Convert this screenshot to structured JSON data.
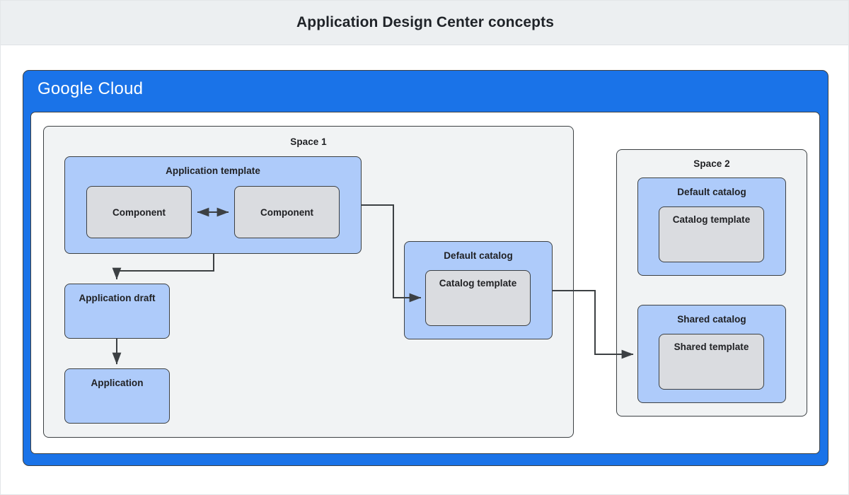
{
  "header": {
    "title": "Application Design Center concepts"
  },
  "cloud": {
    "logo_primary": "Google",
    "logo_secondary": "Cloud"
  },
  "space1": {
    "label": "Space 1",
    "application_template": {
      "label": "Application template",
      "components": [
        {
          "label": "Component"
        },
        {
          "label": "Component"
        }
      ]
    },
    "application_draft": {
      "label": "Application draft"
    },
    "application": {
      "label": "Application"
    },
    "default_catalog": {
      "label": "Default catalog",
      "catalog_template": {
        "label": "Catalog template"
      }
    }
  },
  "space2": {
    "label": "Space 2",
    "default_catalog": {
      "label": "Default catalog",
      "catalog_template": {
        "label": "Catalog template"
      }
    },
    "shared_catalog": {
      "label": "Shared catalog",
      "shared_template": {
        "label": "Shared template"
      }
    }
  },
  "colors": {
    "header_bg": "#eceff1",
    "cloud_blue": "#1a73e8",
    "box_blue": "#aecbfa",
    "box_gray": "#dadce0",
    "space_bg": "#f1f3f4",
    "stroke": "#3c4043",
    "text": "#202124"
  },
  "connectors": [
    {
      "name": "component-to-component",
      "kind": "bidirectional"
    },
    {
      "name": "application-template-to-application-draft",
      "kind": "arrow"
    },
    {
      "name": "application-draft-to-application",
      "kind": "arrow"
    },
    {
      "name": "application-template-to-default-catalog",
      "kind": "arrow"
    },
    {
      "name": "default-catalog-to-shared-catalog",
      "kind": "arrow"
    }
  ]
}
